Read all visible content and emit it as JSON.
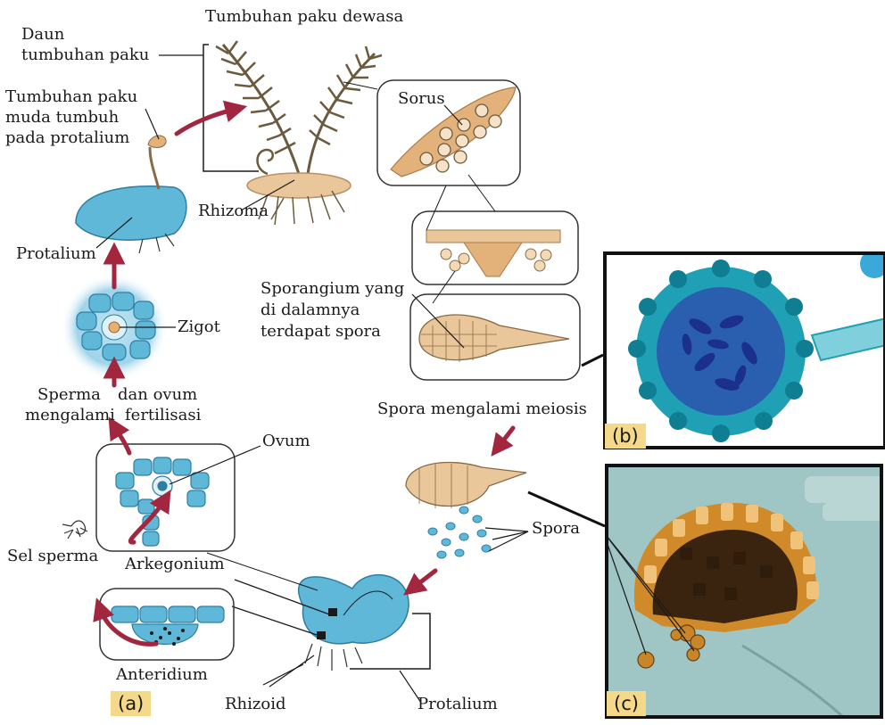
{
  "labels": {
    "adult_fern": "Tumbuhan paku dewasa",
    "fern_leaf_line1": "Daun",
    "fern_leaf_line2": "tumbuhan paku",
    "young_line1": "Tumbuhan paku",
    "young_line2": "muda tumbuh",
    "young_line3": "pada protalium",
    "rhizome": "Rhizoma",
    "sorus": "Sorus",
    "prothallium_top": "Protalium",
    "zygote": "Zigot",
    "sporangium_line1": "Sporangium yang",
    "sporangium_line2": "di dalamnya",
    "sporangium_line3": "terdapat spora",
    "fert_line1_a": "Sperma",
    "fert_line1_b": "dan ovum",
    "fert_line2_a": "mengalami",
    "fert_line2_b": "fertilisasi",
    "meiosis": "Spora mengalami meiosis",
    "ovum": "Ovum",
    "spores": "Spora",
    "sperm_cell": "Sel sperma",
    "archegonium": "Arkegonium",
    "antheridium": "Anteridium",
    "rhizoid": "Rhizoid",
    "prothallium_bottom": "Protalium"
  },
  "panels": {
    "a": "(a)",
    "b": "(b)",
    "c": "(c)"
  },
  "colors": {
    "cell_blue": "#5fb8d8",
    "cell_dark": "#2e7ea3",
    "arrow_red": "#a3263f",
    "fern_brown": "#6b5a3e",
    "sorus_tan": "#e2b27a",
    "photo_b_bg": "#ffffff",
    "photo_b_cyan": "#1fa0b4",
    "photo_b_navy": "#1b2f8c",
    "photo_c_bg": "#9fc6c4",
    "photo_c_brown": "#3a2410",
    "photo_c_orange": "#d08a2a"
  }
}
